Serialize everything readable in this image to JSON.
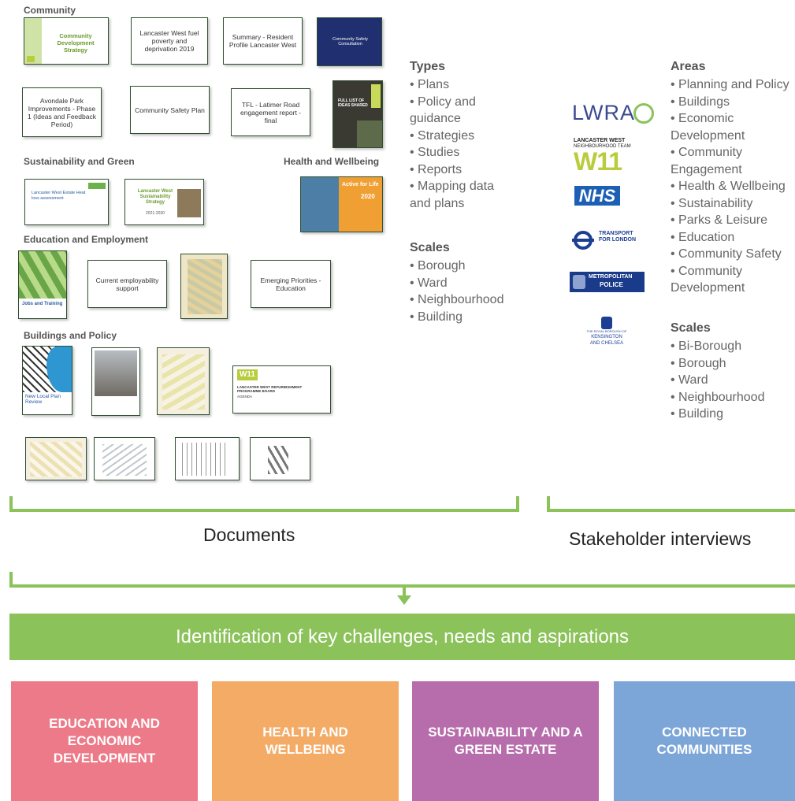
{
  "documents": {
    "sections": {
      "community": "Community",
      "sustainability": "Sustainability and Green",
      "health": "Health and Wellbeing",
      "education": "Education and Employment",
      "buildings": "Buildings and Policy"
    },
    "thumbs": {
      "cds": "Community Development Strategy",
      "fuel_poverty": "Lancaster West fuel poverty and deprivation 2019",
      "resident_profile": "Summary - Resident Profile Lancaster West",
      "safety_consultation": "Community Safety Consultation",
      "avondale": "Avondale Park Improvements - Phase 1 (Ideas and Feedback Period)",
      "safety_plan": "Community Safety Plan",
      "tfl": "TFL - Latimer Road engagement report - final",
      "ideas_list": "FULL LIST OF IDEAS SHARED",
      "heat_loss": "Lancaster West Estate Heat loss assessment",
      "sustain_strategy": "Lancaster West Sustainability Strategy",
      "sustain_years": "2021-2030",
      "active": "Active for Life",
      "active_year": "2020",
      "jobs": "Jobs and Training",
      "employability": "Current employability support",
      "emerging": "Emerging Priorities - Education",
      "local_plan": "New Local Plan Review",
      "w11_doc_title": "LANCASTER WEST REFURBISHMENT PROGRAMME BOARD",
      "w11_doc_agenda": "AGENDA"
    },
    "caption": "Documents"
  },
  "types": {
    "heading": "Types",
    "items": [
      "• Plans",
      "• Policy and guidance",
      "• Strategies",
      "• Studies",
      "• Reports",
      "• Mapping data and plans"
    ]
  },
  "scales_left": {
    "heading": "Scales",
    "items": [
      "• Borough",
      "• Ward",
      "• Neighbourhood",
      "• Building"
    ]
  },
  "stakeholders": {
    "logos": {
      "lwra": "LWRA",
      "w11_top": "LANCASTER WEST",
      "w11_sub": "NEIGHBOURHOOD TEAM",
      "w11": "W11",
      "nhs": "NHS",
      "tfl_1": "TRANSPORT",
      "tfl_2": "FOR LONDON",
      "met_1": "METROPOLITAN",
      "met_2": "POLICE",
      "rbkc_1": "THE ROYAL BOROUGH OF",
      "rbkc_2": "KENSINGTON",
      "rbkc_3": "AND CHELSEA"
    },
    "caption": "Stakeholder interviews"
  },
  "areas": {
    "heading": "Areas",
    "items": [
      "• Planning and Policy",
      "• Buildings",
      "• Economic Development",
      "• Community Engagement",
      "• Health & Wellbeing",
      "• Sustainability",
      "• Parks & Leisure",
      "• Education",
      "• Community Safety",
      "• Community Development"
    ]
  },
  "scales_right": {
    "heading": "Scales",
    "items": [
      "• Bi-Borough",
      "• Borough",
      "• Ward",
      "• Neighbourhood",
      "• Building"
    ]
  },
  "banner": "Identification of key challenges, needs and aspirations",
  "themes": [
    {
      "label": "EDUCATION AND ECONOMIC DEVELOPMENT",
      "color": "#ec7a88"
    },
    {
      "label": "HEALTH AND WELLBEING",
      "color": "#f4ab66"
    },
    {
      "label": "SUSTAINABILITY AND A GREEN ESTATE",
      "color": "#b76cab"
    },
    {
      "label": "CONNECTED COMMUNITIES",
      "color": "#7da6d8"
    }
  ],
  "colors": {
    "accent_green": "#8bc25a"
  }
}
